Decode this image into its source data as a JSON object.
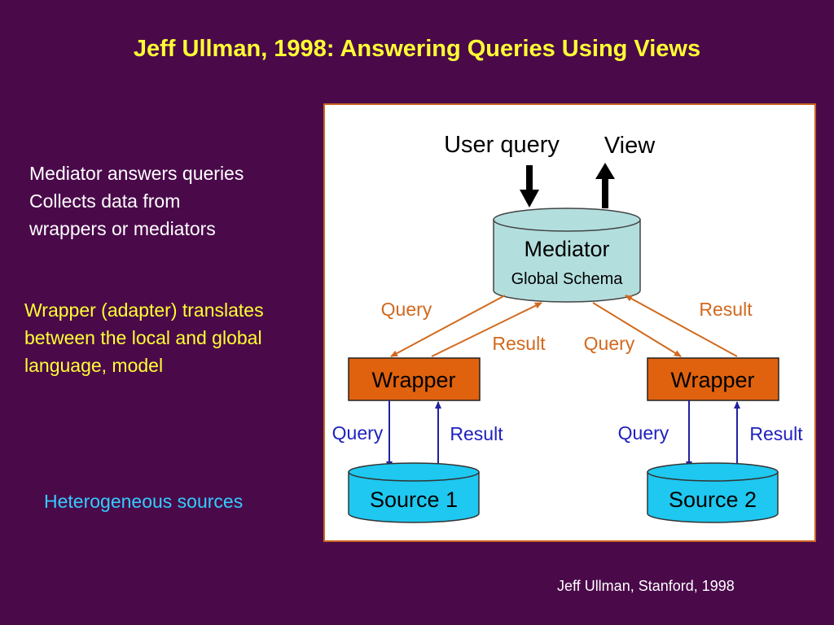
{
  "title": "Jeff Ullman, 1998: Answering Queries Using Views",
  "left_notes": {
    "mediator_lines": [
      "Mediator answers queries",
      "Collects data from",
      "wrappers or mediators"
    ],
    "wrapper_lines": [
      "Wrapper (adapter) translates",
      "between the local and global",
      "language, model"
    ],
    "sources_note": "Heterogeneous sources"
  },
  "diagram": {
    "user_query": "User query",
    "view": "View",
    "mediator": "Mediator",
    "global_schema": "Global Schema",
    "wrapper_left": "Wrapper",
    "wrapper_right": "Wrapper",
    "source_left": "Source 1",
    "source_right": "Source 2",
    "query_label": "Query",
    "result_label": "Result",
    "colors": {
      "mediator_fill": "#b3dede",
      "wrapper_fill": "#e0620e",
      "source_fill": "#1ec8f0",
      "orange_arrow": "#d2691e",
      "blue_arrow": "#2020a0",
      "blue_text": "#2020c0",
      "orange_text": "#d2691e"
    }
  },
  "footer": "Jeff Ullman, Stanford, 1998"
}
